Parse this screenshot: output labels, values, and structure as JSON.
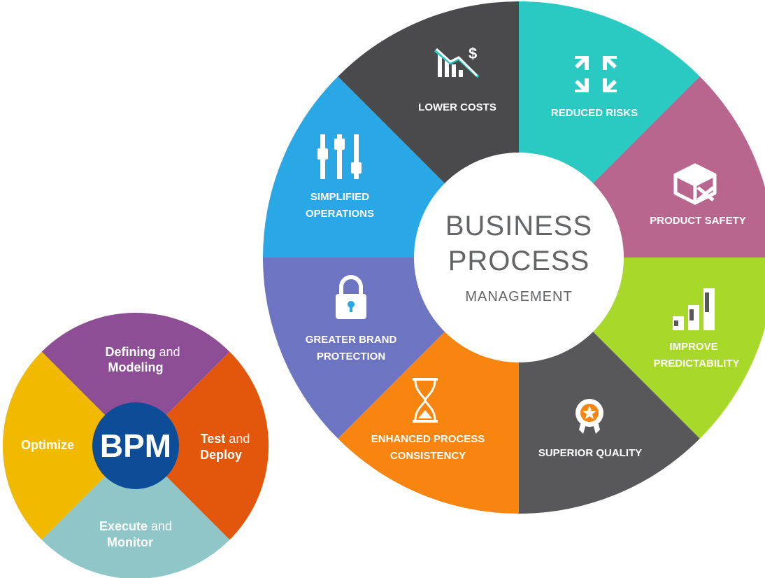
{
  "big_wheel": {
    "center": {
      "line1": "BUSINESS",
      "line2": "PROCESS",
      "line3": "MANAGEMENT"
    },
    "segments": [
      {
        "lines": [
          "LOWER COSTS"
        ],
        "icon": "chart-down-dollar-icon",
        "color": "#2ac9c1"
      },
      {
        "lines": [
          "REDUCED RISKS"
        ],
        "icon": "compress-arrows-icon",
        "color": "#b9668f"
      },
      {
        "lines": [
          "PRODUCT SAFETY"
        ],
        "icon": "package-box-icon",
        "color": "#a8d92a"
      },
      {
        "lines": [
          "IMPROVE",
          "PREDICTABILITY"
        ],
        "icon": "bar-levels-icon",
        "color": "#58585a"
      },
      {
        "lines": [
          "SUPERIOR QUALITY"
        ],
        "icon": "award-badge-icon",
        "color": "#f7850f"
      },
      {
        "lines": [
          "ENHANCED PROCESS",
          "CONSISTENCY"
        ],
        "icon": "hourglass-icon",
        "color": "#6d74c2"
      },
      {
        "lines": [
          "GREATER BRAND",
          "PROTECTION"
        ],
        "icon": "padlock-icon",
        "color": "#2aa8e6"
      },
      {
        "lines": [
          "SIMPLIFIED",
          "OPERATIONS"
        ],
        "icon": "sliders-icon",
        "color": "#4a4a4c"
      }
    ]
  },
  "small_wheel": {
    "core": "BPM",
    "core_color": "#0d4d97",
    "segments": [
      {
        "bold1": "Defining",
        "normal1": " and",
        "bold2": "Modeling",
        "color": "#8d4e96"
      },
      {
        "bold1": "Test",
        "normal1": " and",
        "bold2": "Deploy",
        "color": "#e2570c"
      },
      {
        "bold1": "Execute",
        "normal1": " and",
        "bold2": "Monitor",
        "color": "#8fc7c9"
      },
      {
        "bold1": "Optimize",
        "normal1": "",
        "bold2": "",
        "color": "#f1b900"
      }
    ]
  }
}
